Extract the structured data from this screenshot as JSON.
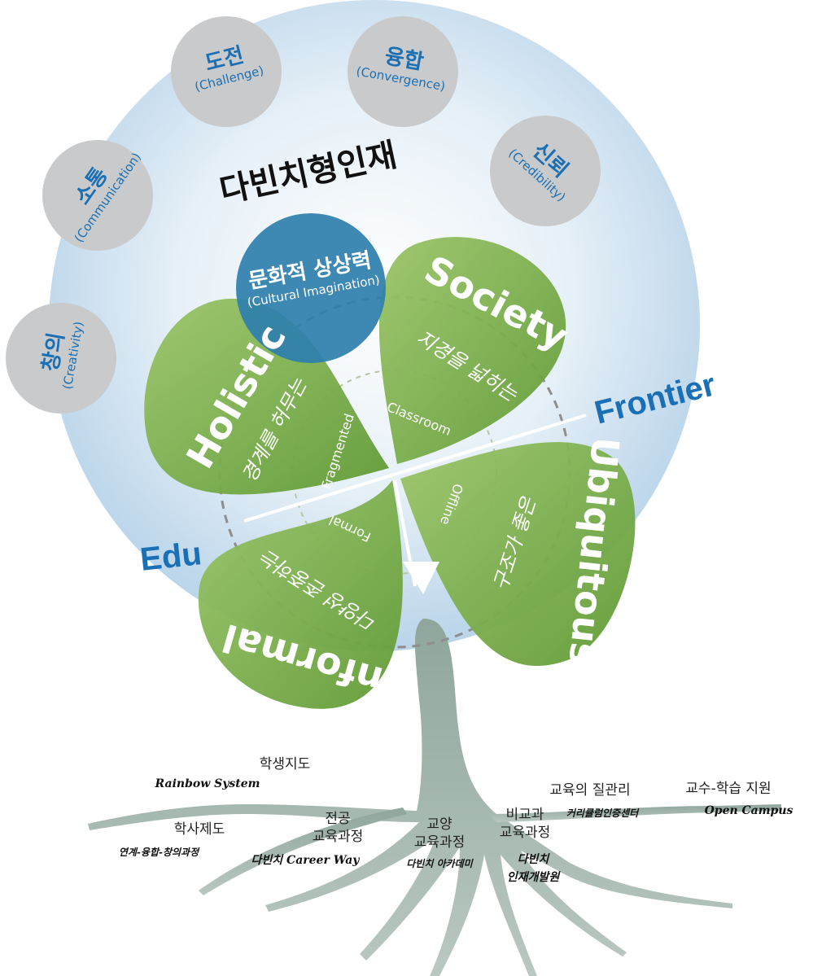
{
  "title": "다빈치형인재",
  "center": {
    "ko": "문화적 상상력",
    "en": "(Cultural Imagination)"
  },
  "values": [
    {
      "ko": "창의",
      "en": "(Creativity)"
    },
    {
      "ko": "소통",
      "en": "(Communication)"
    },
    {
      "ko": "도전",
      "en": "(Challenge)"
    },
    {
      "ko": "융합",
      "en": "(Convergence)"
    },
    {
      "ko": "신뢰",
      "en": "(Credibility)"
    }
  ],
  "leaves": {
    "holistic": {
      "en": "Holistic",
      "ko": "경계를 허무는",
      "inner": "Fragmented"
    },
    "society": {
      "en": "Society",
      "ko": "지경을 넓히는",
      "inner": "Classroom"
    },
    "ubiquitous": {
      "en": "Ubiquitous",
      "ko": "구조가 좋은 ",
      "inner": "Offline"
    },
    "informal": {
      "en": "Informal",
      "ko": "다양성 존중하는",
      "inner": "Formal"
    }
  },
  "side_labels": {
    "edu": "Edu",
    "frontier": "Frontier"
  },
  "roots": [
    {
      "main": "학생지도",
      "sub": "Rainbow System"
    },
    {
      "main": "학사제도",
      "sub": "연계-융합-창의과정"
    },
    {
      "main": "전공\n교육과정",
      "sub": "다빈치 Career Way"
    },
    {
      "main": "교양\n교육과정",
      "sub": "다빈치 아카데미"
    },
    {
      "main": "비교과\n교육과정",
      "sub": "다빈치\n인재개발원"
    },
    {
      "main": "교육의 질관리",
      "sub": "커리큘럼인증센터"
    },
    {
      "main": "교수-학습 지원",
      "sub": "Open Campus"
    }
  ],
  "colors": {
    "bubble": "#cfe2f0",
    "leaf": "#7aab48",
    "center": "#2e7fae",
    "value_circle": "#c9cacb",
    "accent_blue": "#1a6fb5"
  }
}
